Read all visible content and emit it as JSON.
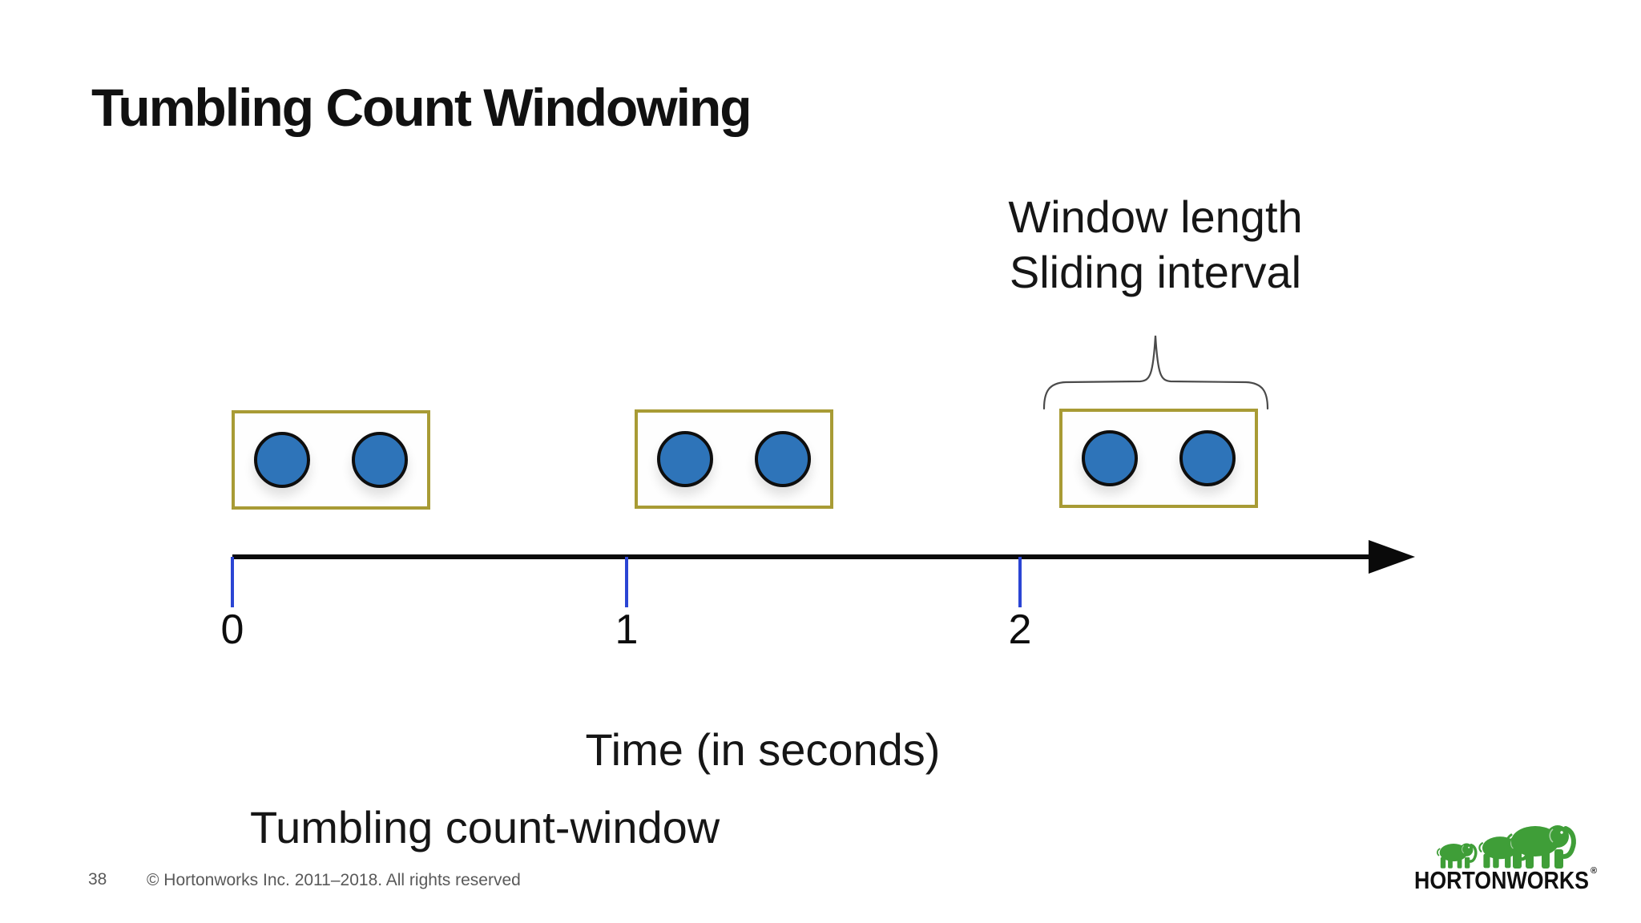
{
  "slide": {
    "title": "Tumbling Count Windowing",
    "page_number": "38",
    "copyright": "© Hortonworks Inc. 2011–2018. All rights reserved"
  },
  "diagram": {
    "annotation_line1": "Window length",
    "annotation_line2": "Sliding interval",
    "axis_label": "Time (in seconds)",
    "caption": "Tumbling count-window",
    "tick_labels": [
      "0",
      "1",
      "2"
    ],
    "windows": [
      {
        "events": 2
      },
      {
        "events": 2
      },
      {
        "events": 2
      }
    ],
    "colors": {
      "event_fill": "#2E74B9",
      "event_stroke": "#0E0E0E",
      "window_border": "#A89B35",
      "window_bg": "#FEFEFE",
      "tick": "#2B45D4",
      "axis": "#0A0A0A",
      "brace": "#4A4A4A",
      "footer_text": "#595959",
      "logo_green": "#3F9E38"
    }
  },
  "logo": {
    "brand": "HORTONWORKS",
    "registered": "®"
  }
}
